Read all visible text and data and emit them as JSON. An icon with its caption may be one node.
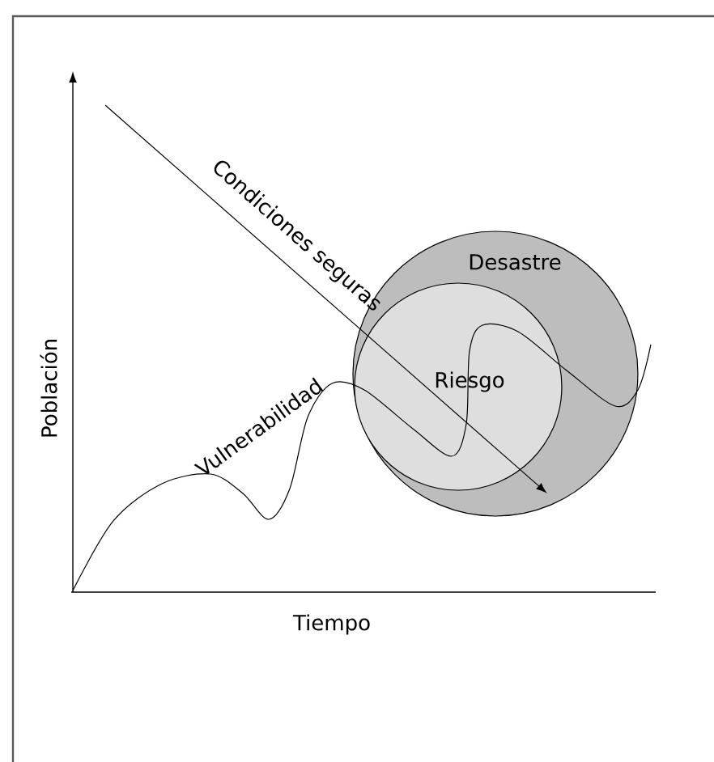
{
  "diagram": {
    "nodes": [
      {
        "text": [
          "Desastre"
        ]
      },
      {
        "text": [
          "Riesgo"
        ],
        "in": 0
      }
    ],
    "labels": [
      "Condiciones seguras",
      "Vulnerabilidad",
      "Población",
      "Tiempo"
    ]
  }
}
